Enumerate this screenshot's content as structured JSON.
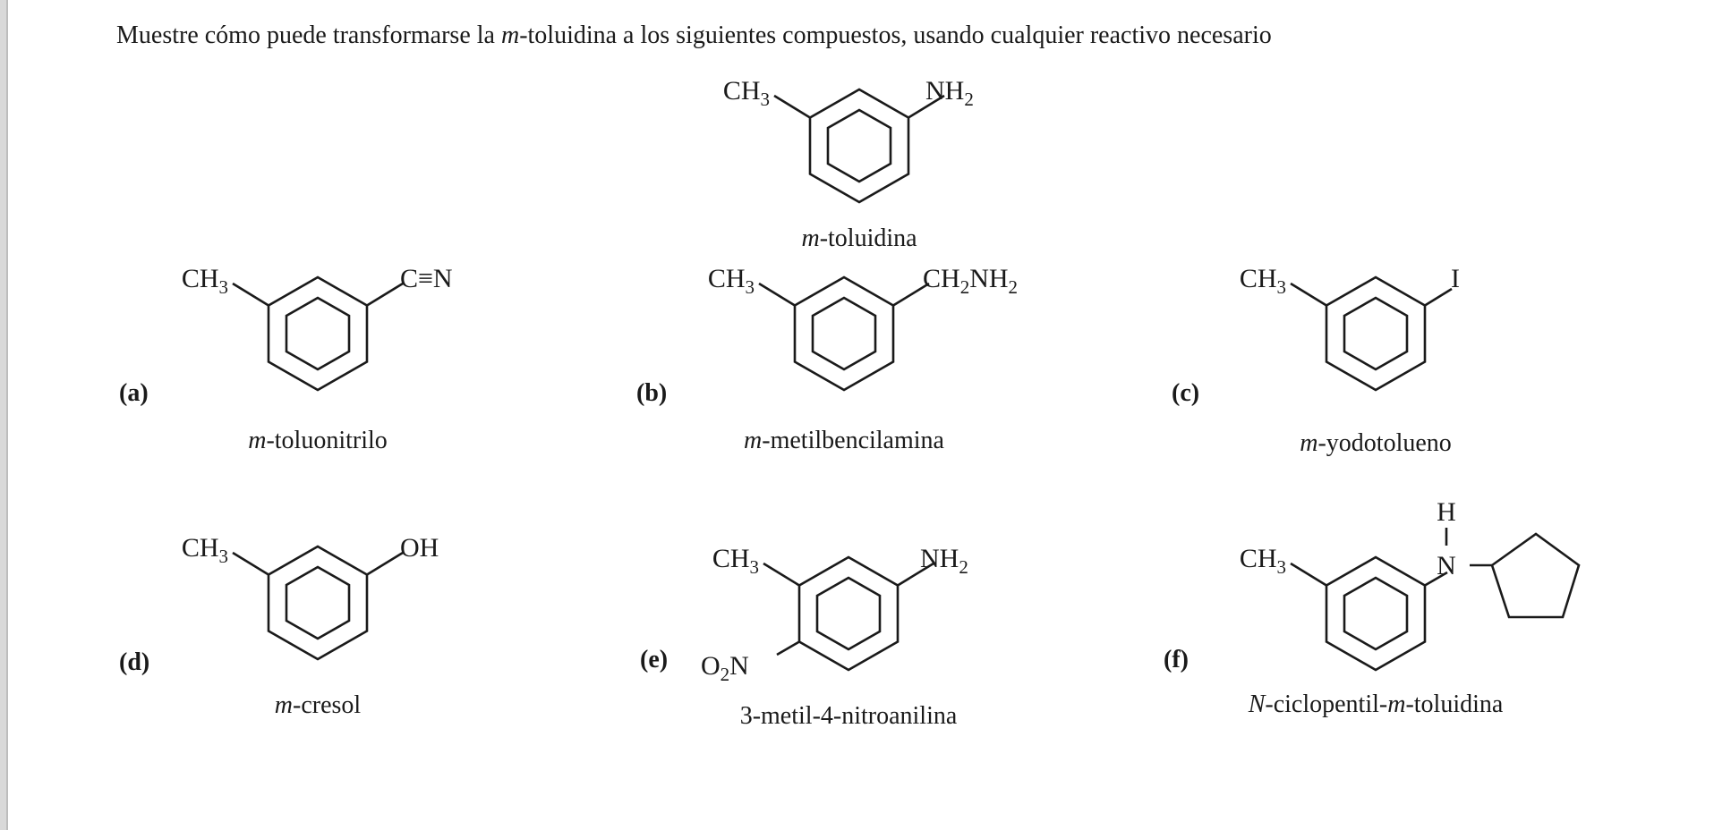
{
  "question": {
    "part1": "Muestre cómo puede transformarse la ",
    "italic": "m",
    "part2": "-toluidina a los siguientes compuestos, usando cualquier reactivo necesario"
  },
  "start": {
    "left_group": {
      "main": "CH",
      "sub": "3"
    },
    "right_group": {
      "main": "NH",
      "sub": "2"
    },
    "name": {
      "italic": "m",
      "rest": "-toluidina"
    }
  },
  "compounds": [
    {
      "letter": "(a)",
      "right_group": {
        "main": "C≡N"
      },
      "name": {
        "italic": "m",
        "rest": "-toluonitrilo"
      }
    },
    {
      "letter": "(b)",
      "right_group": {
        "main": "CH",
        "sub": "2",
        "main2": "NH",
        "sub2": "2"
      },
      "name": {
        "italic": "m",
        "rest": "-metilbencilamina"
      }
    },
    {
      "letter": "(c)",
      "right_group": {
        "main": "I"
      },
      "name": {
        "italic": "m",
        "rest": "-yodotolueno"
      }
    },
    {
      "letter": "(d)",
      "right_group": {
        "main": "OH"
      },
      "name": {
        "italic": "m",
        "rest": "-cresol"
      }
    },
    {
      "letter": "(e)",
      "right_group": {
        "main": "NH",
        "sub": "2"
      },
      "bottom_group": {
        "main": "O",
        "sub": "2",
        "main2": "N"
      },
      "name": {
        "italic": "",
        "rest": "3-metil-4-nitroanilina"
      }
    },
    {
      "letter": "(f)",
      "right_group": {
        "main": "N"
      },
      "h_label": "H",
      "name": {
        "italic": "N",
        "rest": "-ciclopentil-",
        "italic2": "m",
        "rest2": "-toluidina"
      }
    }
  ],
  "methyl": {
    "main": "CH",
    "sub": "3"
  }
}
